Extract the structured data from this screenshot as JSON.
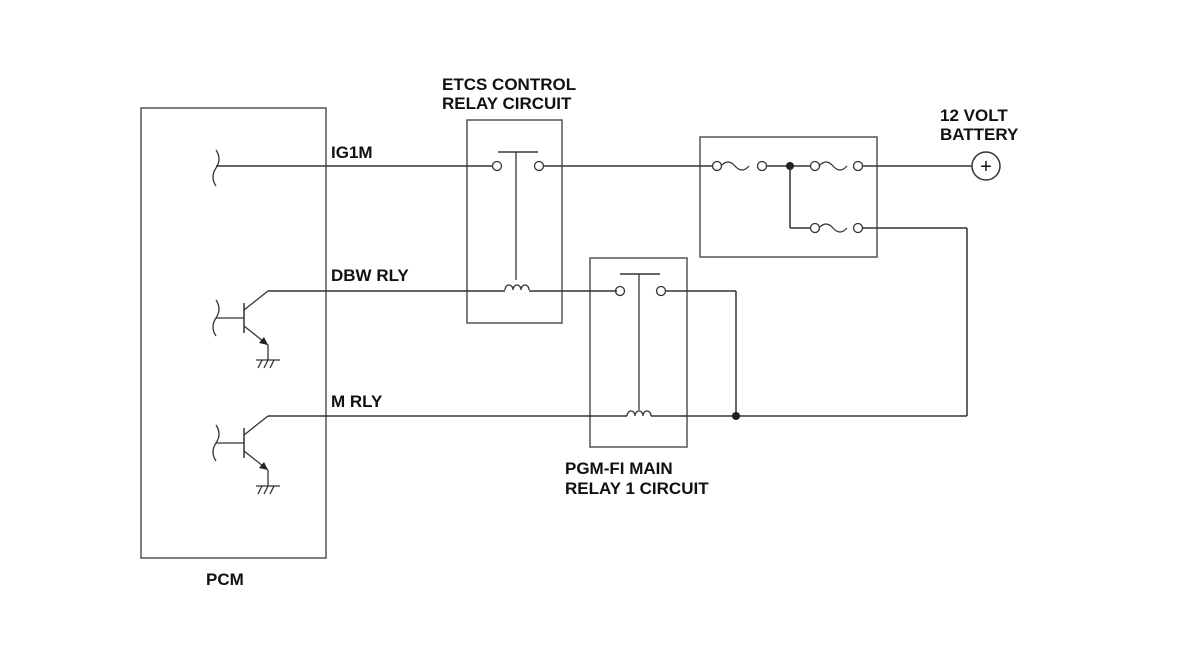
{
  "labels": {
    "etcs_line1": "ETCS CONTROL",
    "etcs_line2": "RELAY CIRCUIT",
    "battery_line1": "12 VOLT",
    "battery_line2": "BATTERY",
    "ig1m": "IG1M",
    "dbw_rly": "DBW RLY",
    "m_rly": "M RLY",
    "pgm_line1": "PGM-FI MAIN",
    "pgm_line2": "RELAY 1 CIRCUIT",
    "pcm": "PCM",
    "battery_symbol": "+"
  },
  "colors": {
    "line": "#333333",
    "box": "#555555",
    "text": "#111111"
  }
}
